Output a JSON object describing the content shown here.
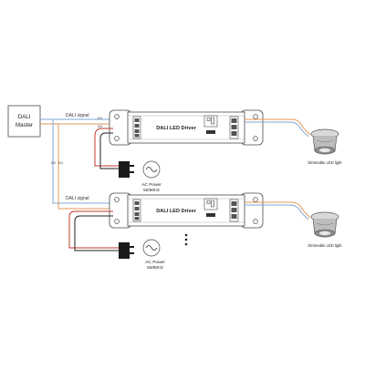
{
  "master": {
    "line1": "DALI",
    "line2": "Master"
  },
  "signal_labels": {
    "top": "DALI signal",
    "bottom": "DALI signal"
  },
  "bus_labels": {
    "d1": "D1",
    "d2": "D2"
  },
  "drivers": [
    {
      "label": "DALI LED Driver",
      "power_line1": "AC Power",
      "power_line2": "50/60Hz",
      "lamp_label": "Dimmable LED light"
    },
    {
      "label": "DALI LED Driver",
      "power_line1": "AC Power",
      "power_line2": "50/60Hz",
      "lamp_label": "Dimmable LED light"
    }
  ],
  "colors": {
    "wire_blue": "#7ea6d8",
    "wire_orange": "#e39a54",
    "wire_red": "#c0392b",
    "wire_black": "#222222",
    "outline": "#4a4a4a"
  }
}
